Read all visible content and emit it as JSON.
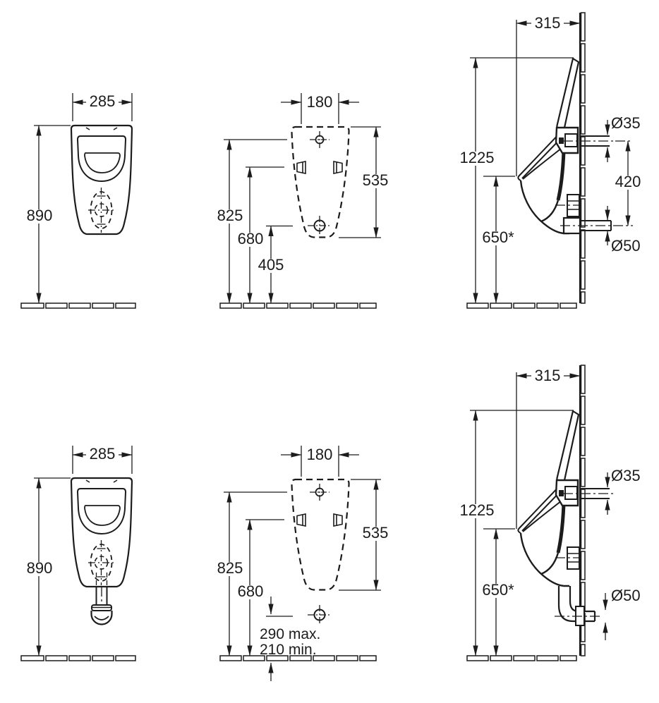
{
  "colors": {
    "line": "#1c1c1c",
    "background": "#ffffff"
  },
  "rows": [
    {
      "front_view": {
        "width": "285",
        "height": "890"
      },
      "mounting_template": {
        "width": "180",
        "height": "535",
        "inlet_height": "825",
        "fixing_height": "680",
        "outlet_height": "405"
      },
      "side_view": {
        "depth": "315",
        "total_height": "1225",
        "rim_height": "650*",
        "inlet_diameter": "Ø35",
        "inlet_to_outlet": "420",
        "outlet_diameter": "Ø50"
      }
    },
    {
      "front_view": {
        "width": "285",
        "height": "890"
      },
      "mounting_template": {
        "width": "180",
        "height": "535",
        "inlet_height": "825",
        "fixing_height": "680",
        "outlet_max": "290 max.",
        "outlet_min": "210 min."
      },
      "side_view": {
        "depth": "315",
        "total_height": "1225",
        "rim_height": "650*",
        "inlet_diameter": "Ø35",
        "outlet_diameter": "Ø50"
      }
    }
  ]
}
